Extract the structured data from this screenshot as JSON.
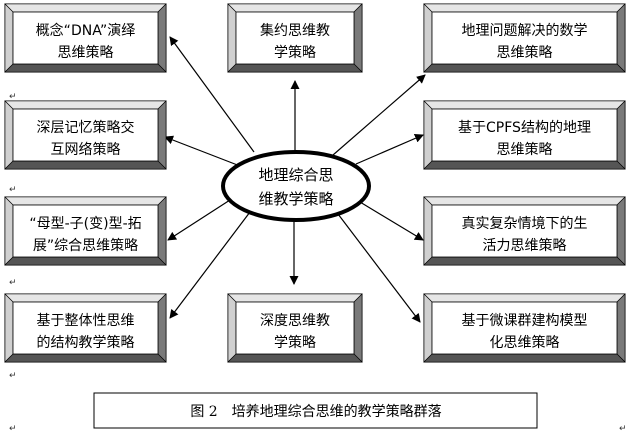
{
  "center": {
    "lines": [
      "地理综合思",
      "维教学策略"
    ]
  },
  "strategies": [
    {
      "id": "dna",
      "lines": [
        "概念“DNA”演绎",
        "思维策略"
      ]
    },
    {
      "id": "jiyue",
      "lines": [
        "集约思维教",
        "学策略"
      ]
    },
    {
      "id": "dili-wenti",
      "lines": [
        "地理问题解决的数学",
        "思维策略"
      ]
    },
    {
      "id": "shenceng",
      "lines": [
        "深层记忆策略交",
        "互网络策略"
      ]
    },
    {
      "id": "cpfs",
      "lines": [
        "基于CPFS结构的地理",
        "思维策略"
      ]
    },
    {
      "id": "muxing",
      "lines": [
        "“母型-子(变)型-拓",
        "展”综合思维策略"
      ]
    },
    {
      "id": "zhenshi",
      "lines": [
        "真实复杂情境下的生",
        "活力思维策略"
      ]
    },
    {
      "id": "zhengti",
      "lines": [
        "基于整体性思维",
        "的结构教学策略"
      ]
    },
    {
      "id": "shendu",
      "lines": [
        "深度思维教",
        "学策略"
      ]
    },
    {
      "id": "weike",
      "lines": [
        "基于微课群建构模型",
        "化思维策略"
      ]
    }
  ],
  "caption": {
    "text": "图 2　培养地理综合思维的教学策略群落"
  },
  "paragraph_mark": "↵"
}
